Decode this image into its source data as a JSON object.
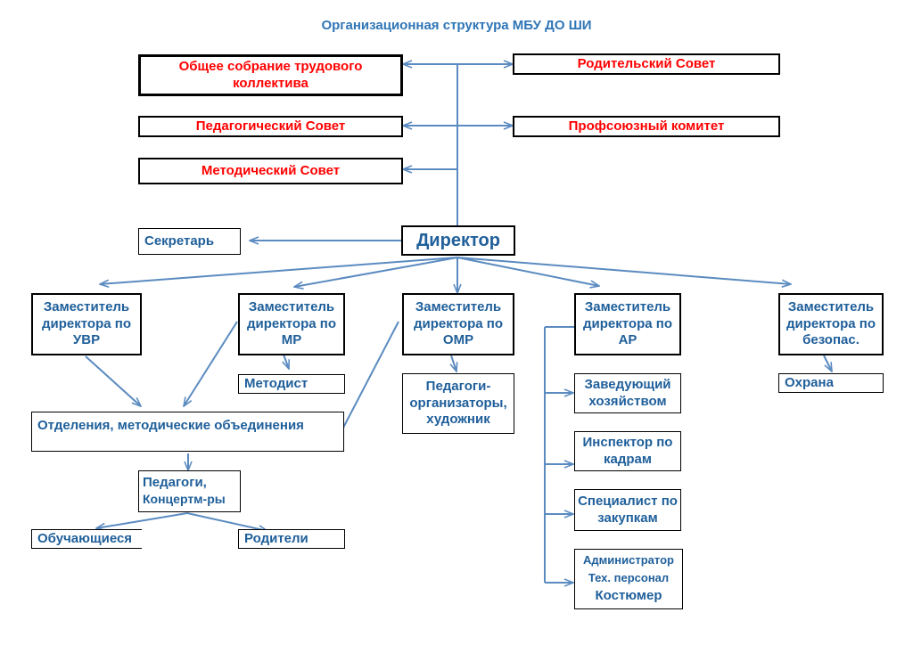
{
  "title": "Организационная структура МБУ ДО ШИ",
  "councils": {
    "general_meeting": "Общее  собрание трудового коллектива",
    "pedagogical_council": "Педагогический Совет",
    "methodical_council": "Методический Совет",
    "parents_council": "Родительский Совет",
    "trade_union": "Профсоюзный комитет"
  },
  "director": "Директор",
  "secretary": "Секретарь",
  "deputies": {
    "uvr": "Заместитель директора по УВР",
    "mr": "Заместитель директора по МР",
    "omr": "Заместитель директора по ОМР",
    "ar": "Заместитель директора по АР",
    "security": "Заместитель директора по безопас."
  },
  "units": {
    "methodist": "Методист",
    "organizers": "Педагоги-организаторы, художник",
    "departments": "Отделения, методические объединения",
    "teachers_line1": "Педагоги,",
    "teachers_line2": "Концертм-ры",
    "students": "Обучающиеся",
    "parents": "Родители",
    "guard": "Охрана"
  },
  "ar_staff": {
    "household": "Заведующий хозяйством",
    "hr": "Инспектор по кадрам",
    "procurement": "Специалист по закупкам",
    "admin_line1": "Администратор",
    "admin_line2": "Тех. персонал",
    "admin_line3": "Костюмер"
  },
  "colors": {
    "council_text": "#ff0000",
    "unit_text": "#1f5f9a",
    "connector": "#5b8bc0",
    "border": "#000000"
  }
}
